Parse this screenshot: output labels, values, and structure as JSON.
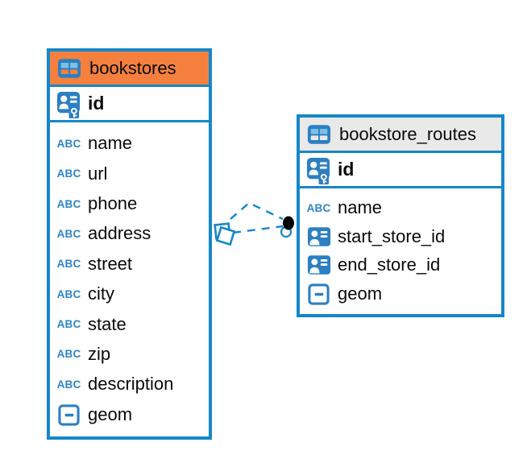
{
  "diagram": {
    "abc_icon_label": "ABC",
    "colors": {
      "accent_blue": "#1587ca",
      "icon_blue": "#2c80c2",
      "icon_cell_light_blue": "#7cc0e8",
      "bookstores_header": "#f5803d",
      "bookstore_routes_header": "#e9e9e9",
      "text": "#0a0a0a",
      "relationship_endpoint_dot": "#000000"
    },
    "tables": [
      {
        "name": "bookstores",
        "header_color": "#f5803d",
        "columns": [
          {
            "name": "id",
            "type_icon": "primary-key-icon",
            "primary": true
          },
          {
            "name": "name",
            "type_icon": "text-abc-icon"
          },
          {
            "name": "url",
            "type_icon": "text-abc-icon"
          },
          {
            "name": "phone",
            "type_icon": "text-abc-icon"
          },
          {
            "name": "address",
            "type_icon": "text-abc-icon"
          },
          {
            "name": "street",
            "type_icon": "text-abc-icon"
          },
          {
            "name": "city",
            "type_icon": "text-abc-icon"
          },
          {
            "name": "state",
            "type_icon": "text-abc-icon"
          },
          {
            "name": "zip",
            "type_icon": "text-abc-icon"
          },
          {
            "name": "description",
            "type_icon": "text-abc-icon"
          },
          {
            "name": "geom",
            "type_icon": "geometry-icon"
          }
        ]
      },
      {
        "name": "bookstore_routes",
        "header_color": "#e9e9e9",
        "columns": [
          {
            "name": "id",
            "type_icon": "primary-key-icon",
            "primary": true
          },
          {
            "name": "name",
            "type_icon": "text-abc-icon"
          },
          {
            "name": "start_store_id",
            "type_icon": "foreign-key-icon"
          },
          {
            "name": "end_store_id",
            "type_icon": "foreign-key-icon"
          },
          {
            "name": "geom",
            "type_icon": "geometry-icon"
          }
        ]
      }
    ]
  }
}
